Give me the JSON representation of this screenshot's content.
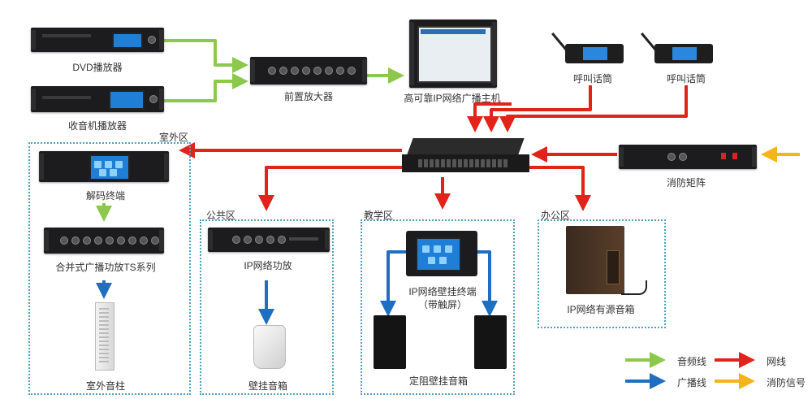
{
  "devices": {
    "dvd": "DVD播放器",
    "radio": "收音机播放器",
    "preamp": "前置放大器",
    "host": "高可靠IP网络广播主机",
    "mic1": "呼叫话筒",
    "mic2": "呼叫话筒",
    "fire_matrix": "消防矩阵",
    "decoder": "解码终端",
    "amp_ts": "合并式广播功放TS系列",
    "column": "室外音柱",
    "ip_amp": "IP网络功放",
    "wall_speaker": "壁挂音箱",
    "wall_terminal_1": "IP网络壁挂终端",
    "wall_terminal_2": "（带触屏）",
    "fixed_speakers": "定阻壁挂音箱",
    "active_speaker": "IP网络有源音箱"
  },
  "zones": {
    "outdoor": "室外区",
    "public": "公共区",
    "teaching": "教学区",
    "office": "办公区"
  },
  "legend": {
    "audio": "音频线",
    "network": "网线",
    "broadcast": "广播线",
    "fire": "消防信号",
    "colors": {
      "audio": "#8cc84b",
      "network": "#e2231a",
      "broadcast": "#1e6fc2",
      "fire": "#f5b418"
    }
  }
}
